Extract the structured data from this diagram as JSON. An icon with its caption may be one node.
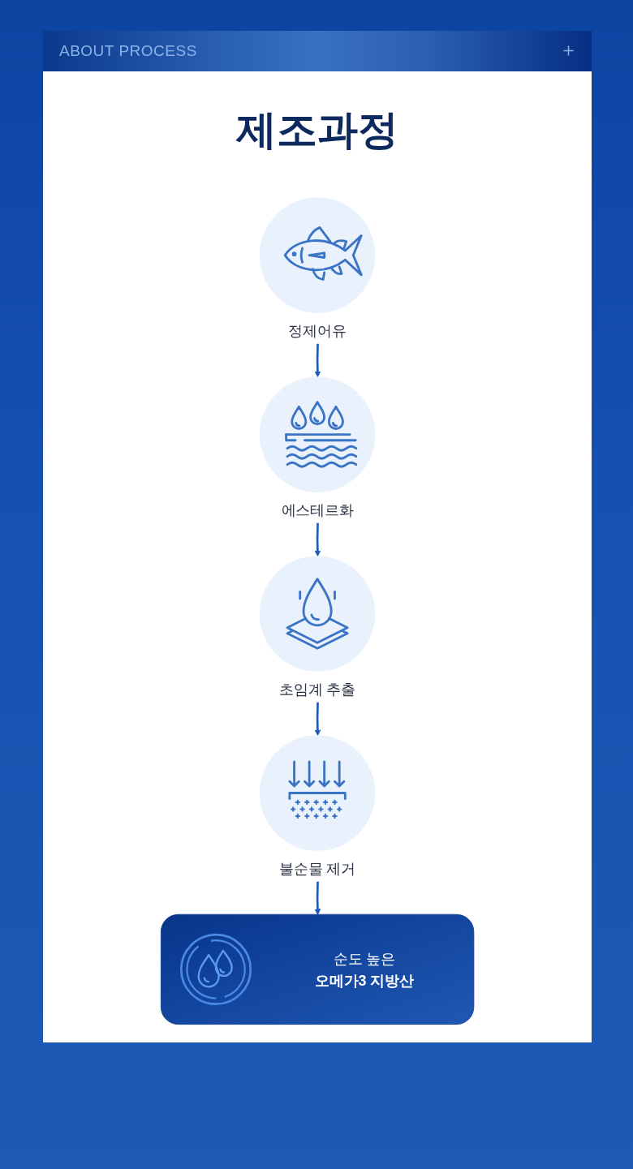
{
  "diagram": {
    "title": "제조과정",
    "nodes": [
      {
        "text": [
          "정제어유"
        ]
      },
      {
        "text": [
          "에스테르화"
        ]
      },
      {
        "text": [
          "초임계 추출"
        ]
      },
      {
        "text": [
          "불순물 제거"
        ]
      },
      {
        "text": [
          "순도 높은",
          "오메가3 지방산"
        ]
      }
    ],
    "edges": [
      {
        "from": 0,
        "to": 1,
        "arrow": "to"
      },
      {
        "from": 1,
        "to": 2,
        "arrow": "to"
      },
      {
        "from": 2,
        "to": 3,
        "arrow": "to"
      },
      {
        "from": 3,
        "to": 4,
        "arrow": "to"
      }
    ],
    "labels": [
      "ABOUT PROCESS"
    ]
  }
}
